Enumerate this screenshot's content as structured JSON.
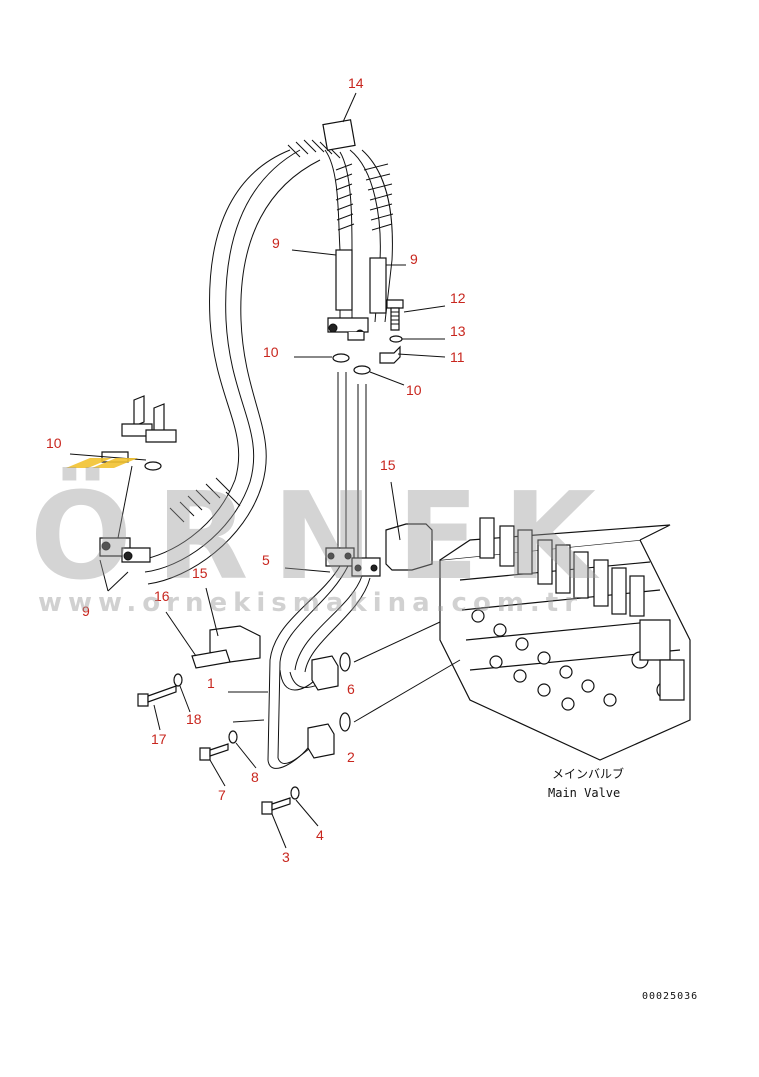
{
  "callouts": {
    "c14": "14",
    "c9a": "9",
    "c9b": "9",
    "c12": "12",
    "c13": "13",
    "c11": "11",
    "c10a": "10",
    "c10b": "10",
    "c10c": "10",
    "c15a": "15",
    "c15b": "15",
    "c5": "5",
    "c16": "16",
    "c9c": "9",
    "c1": "1",
    "c6": "6",
    "c18": "18",
    "c17": "17",
    "c8": "8",
    "c2": "2",
    "c7": "7",
    "c4": "4",
    "c3": "3"
  },
  "caption": {
    "jp": "メインバルブ",
    "en": "Main Valve"
  },
  "drawing_code": "00025036",
  "watermark": {
    "brand": "ÖRNEK",
    "url": "www.ornekismakina.com.tr"
  },
  "colors": {
    "callout": "#c8261e",
    "line": "#111111",
    "watermark": "#9a9a9a",
    "accent": "#f2c230"
  }
}
